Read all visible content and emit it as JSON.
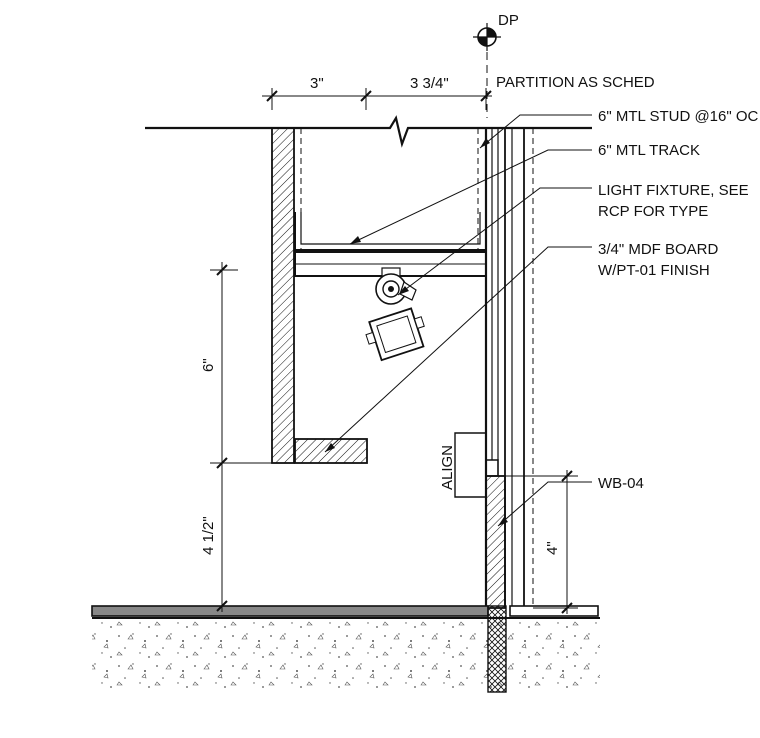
{
  "callouts": {
    "datum": "DP",
    "partition": "PARTITION AS SCHED",
    "stud": "6\" MTL STUD @16\" OC",
    "track": "6\" MTL TRACK",
    "fixture_line1": "LIGHT FIXTURE, SEE",
    "fixture_line2": "RCP FOR TYPE",
    "mdf_line1": "3/4\" MDF BOARD",
    "mdf_line2": "W/PT-01 FINISH",
    "align": "ALIGN",
    "base": "WB-04"
  },
  "dimensions": {
    "top_left": "3\"",
    "top_right": "3 3/4\"",
    "vertical_upper": "6\"",
    "vertical_lower": "4 1/2\"",
    "base_height": "4\""
  }
}
